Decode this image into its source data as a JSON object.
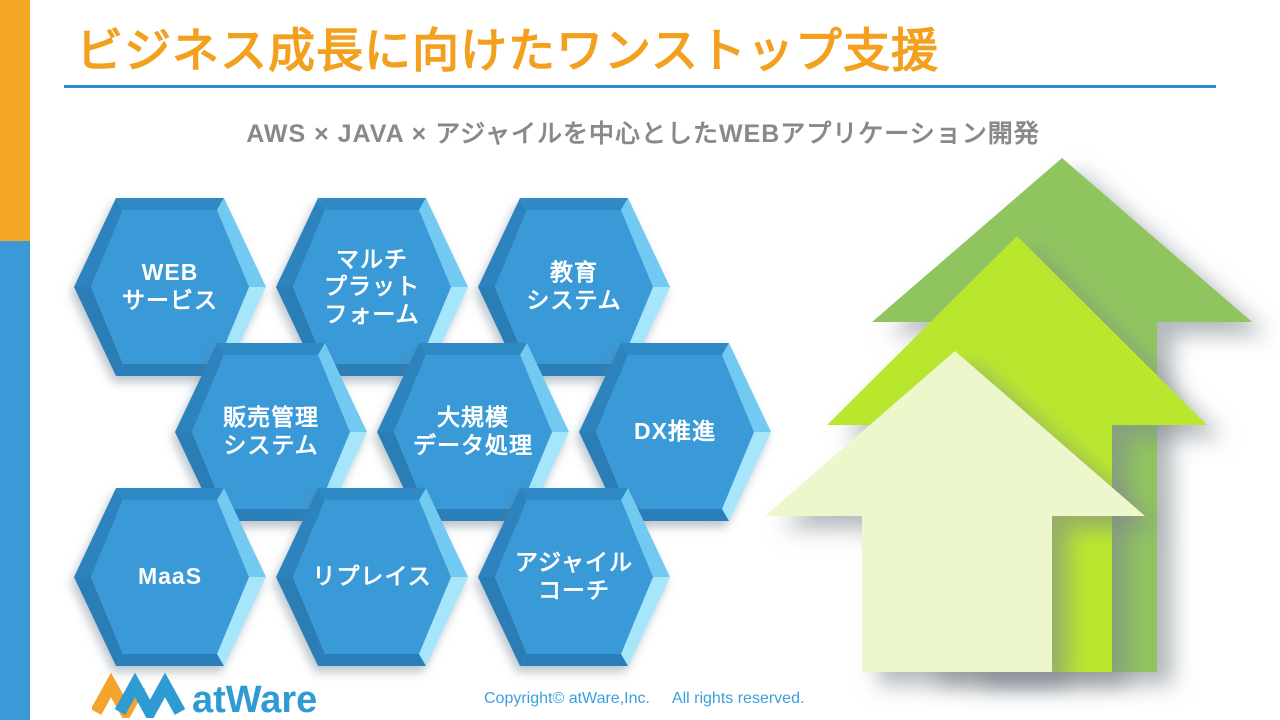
{
  "slide": {
    "title": "ビジネス成長に向けたワンストップ支援",
    "subtitle": "AWS × JAVA × アジャイルを中心としたWEBアプリケーション開発"
  },
  "hexagons": [
    {
      "label": "WEB\nサービス"
    },
    {
      "label": "マルチ\nプラット\nフォーム"
    },
    {
      "label": "教育\nシステム"
    },
    {
      "label": "販売管理\nシステム"
    },
    {
      "label": "大規模\nデータ処理"
    },
    {
      "label": "DX推進"
    },
    {
      "label": "MaaS"
    },
    {
      "label": "リプレイス"
    },
    {
      "label": "アジャイル\nコーチ"
    }
  ],
  "logo": {
    "text": "atWare"
  },
  "footer": {
    "copyright": "Copyright© atWare,Inc.",
    "rights": "All rights reserved."
  },
  "colors": {
    "title_orange": "#F2A01E",
    "accent_bar_orange": "#F5A623",
    "accent_bar_blue": "#3B99D8",
    "divider_blue": "#2F8FCB",
    "subtitle_gray": "#898989",
    "hexagon_blue": "#3A99D7",
    "hexagon_highlight": "#A6E6FB",
    "arrow_back_green": "#90C45F",
    "arrow_middle_green": "#B9E72E",
    "arrow_front_green": "#EDF7CC",
    "logo_blue": "#2E9BD3",
    "logo_orange": "#F4A32C"
  }
}
